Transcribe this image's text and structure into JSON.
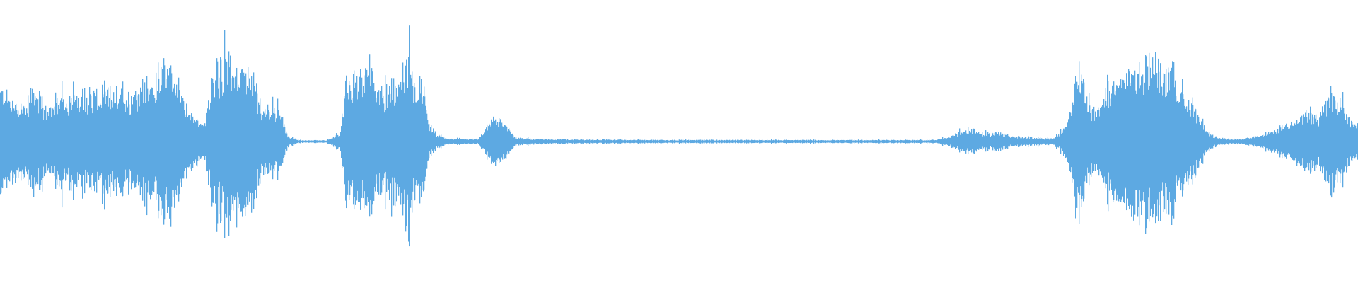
{
  "waveform": {
    "color": "#5DA9E2",
    "background": "#FFFFFF",
    "duration_segments": 1920,
    "amplitude_envelope": [
      {
        "t": 0.0,
        "a": 0.4
      },
      {
        "t": 0.01,
        "a": 0.3
      },
      {
        "t": 0.02,
        "a": 0.28
      },
      {
        "t": 0.025,
        "a": 0.45
      },
      {
        "t": 0.032,
        "a": 0.25
      },
      {
        "t": 0.04,
        "a": 0.3
      },
      {
        "t": 0.045,
        "a": 0.36
      },
      {
        "t": 0.052,
        "a": 0.33
      },
      {
        "t": 0.06,
        "a": 0.4
      },
      {
        "t": 0.07,
        "a": 0.36
      },
      {
        "t": 0.078,
        "a": 0.38
      },
      {
        "t": 0.085,
        "a": 0.4
      },
      {
        "t": 0.095,
        "a": 0.36
      },
      {
        "t": 0.105,
        "a": 0.45
      },
      {
        "t": 0.112,
        "a": 0.4
      },
      {
        "t": 0.118,
        "a": 0.58
      },
      {
        "t": 0.122,
        "a": 0.62
      },
      {
        "t": 0.128,
        "a": 0.45
      },
      {
        "t": 0.135,
        "a": 0.3
      },
      {
        "t": 0.142,
        "a": 0.2
      },
      {
        "t": 0.15,
        "a": 0.12
      },
      {
        "t": 0.156,
        "a": 0.48
      },
      {
        "t": 0.163,
        "a": 0.58
      },
      {
        "t": 0.17,
        "a": 0.62
      },
      {
        "t": 0.178,
        "a": 0.58
      },
      {
        "t": 0.186,
        "a": 0.5
      },
      {
        "t": 0.192,
        "a": 0.28
      },
      {
        "t": 0.2,
        "a": 0.25
      },
      {
        "t": 0.206,
        "a": 0.22
      },
      {
        "t": 0.212,
        "a": 0.04
      },
      {
        "t": 0.22,
        "a": 0.01
      },
      {
        "t": 0.24,
        "a": 0.01
      },
      {
        "t": 0.25,
        "a": 0.06
      },
      {
        "t": 0.255,
        "a": 0.52
      },
      {
        "t": 0.262,
        "a": 0.46
      },
      {
        "t": 0.268,
        "a": 0.52
      },
      {
        "t": 0.275,
        "a": 0.48
      },
      {
        "t": 0.282,
        "a": 0.35
      },
      {
        "t": 0.29,
        "a": 0.48
      },
      {
        "t": 0.296,
        "a": 0.5
      },
      {
        "t": 0.3,
        "a": 0.72
      },
      {
        "t": 0.305,
        "a": 0.42
      },
      {
        "t": 0.31,
        "a": 0.52
      },
      {
        "t": 0.315,
        "a": 0.14
      },
      {
        "t": 0.322,
        "a": 0.05
      },
      {
        "t": 0.33,
        "a": 0.02
      },
      {
        "t": 0.352,
        "a": 0.02
      },
      {
        "t": 0.358,
        "a": 0.1
      },
      {
        "t": 0.365,
        "a": 0.22
      },
      {
        "t": 0.372,
        "a": 0.12
      },
      {
        "t": 0.38,
        "a": 0.03
      },
      {
        "t": 0.395,
        "a": 0.02
      },
      {
        "t": 0.42,
        "a": 0.015
      },
      {
        "t": 0.5,
        "a": 0.012
      },
      {
        "t": 0.6,
        "a": 0.012
      },
      {
        "t": 0.69,
        "a": 0.012
      },
      {
        "t": 0.7,
        "a": 0.04
      },
      {
        "t": 0.712,
        "a": 0.09
      },
      {
        "t": 0.725,
        "a": 0.06
      },
      {
        "t": 0.735,
        "a": 0.07
      },
      {
        "t": 0.745,
        "a": 0.04
      },
      {
        "t": 0.76,
        "a": 0.03
      },
      {
        "t": 0.775,
        "a": 0.02
      },
      {
        "t": 0.782,
        "a": 0.08
      },
      {
        "t": 0.79,
        "a": 0.3
      },
      {
        "t": 0.795,
        "a": 0.58
      },
      {
        "t": 0.8,
        "a": 0.3
      },
      {
        "t": 0.808,
        "a": 0.22
      },
      {
        "t": 0.815,
        "a": 0.38
      },
      {
        "t": 0.822,
        "a": 0.42
      },
      {
        "t": 0.83,
        "a": 0.5
      },
      {
        "t": 0.838,
        "a": 0.58
      },
      {
        "t": 0.845,
        "a": 0.65
      },
      {
        "t": 0.852,
        "a": 0.58
      },
      {
        "t": 0.86,
        "a": 0.5
      },
      {
        "t": 0.868,
        "a": 0.46
      },
      {
        "t": 0.875,
        "a": 0.35
      },
      {
        "t": 0.882,
        "a": 0.22
      },
      {
        "t": 0.89,
        "a": 0.06
      },
      {
        "t": 0.9,
        "a": 0.02
      },
      {
        "t": 0.915,
        "a": 0.02
      },
      {
        "t": 0.93,
        "a": 0.05
      },
      {
        "t": 0.945,
        "a": 0.12
      },
      {
        "t": 0.955,
        "a": 0.16
      },
      {
        "t": 0.965,
        "a": 0.22
      },
      {
        "t": 0.972,
        "a": 0.18
      },
      {
        "t": 0.98,
        "a": 0.38
      },
      {
        "t": 0.988,
        "a": 0.28
      },
      {
        "t": 0.995,
        "a": 0.16
      },
      {
        "t": 1.0,
        "a": 0.12
      }
    ]
  }
}
